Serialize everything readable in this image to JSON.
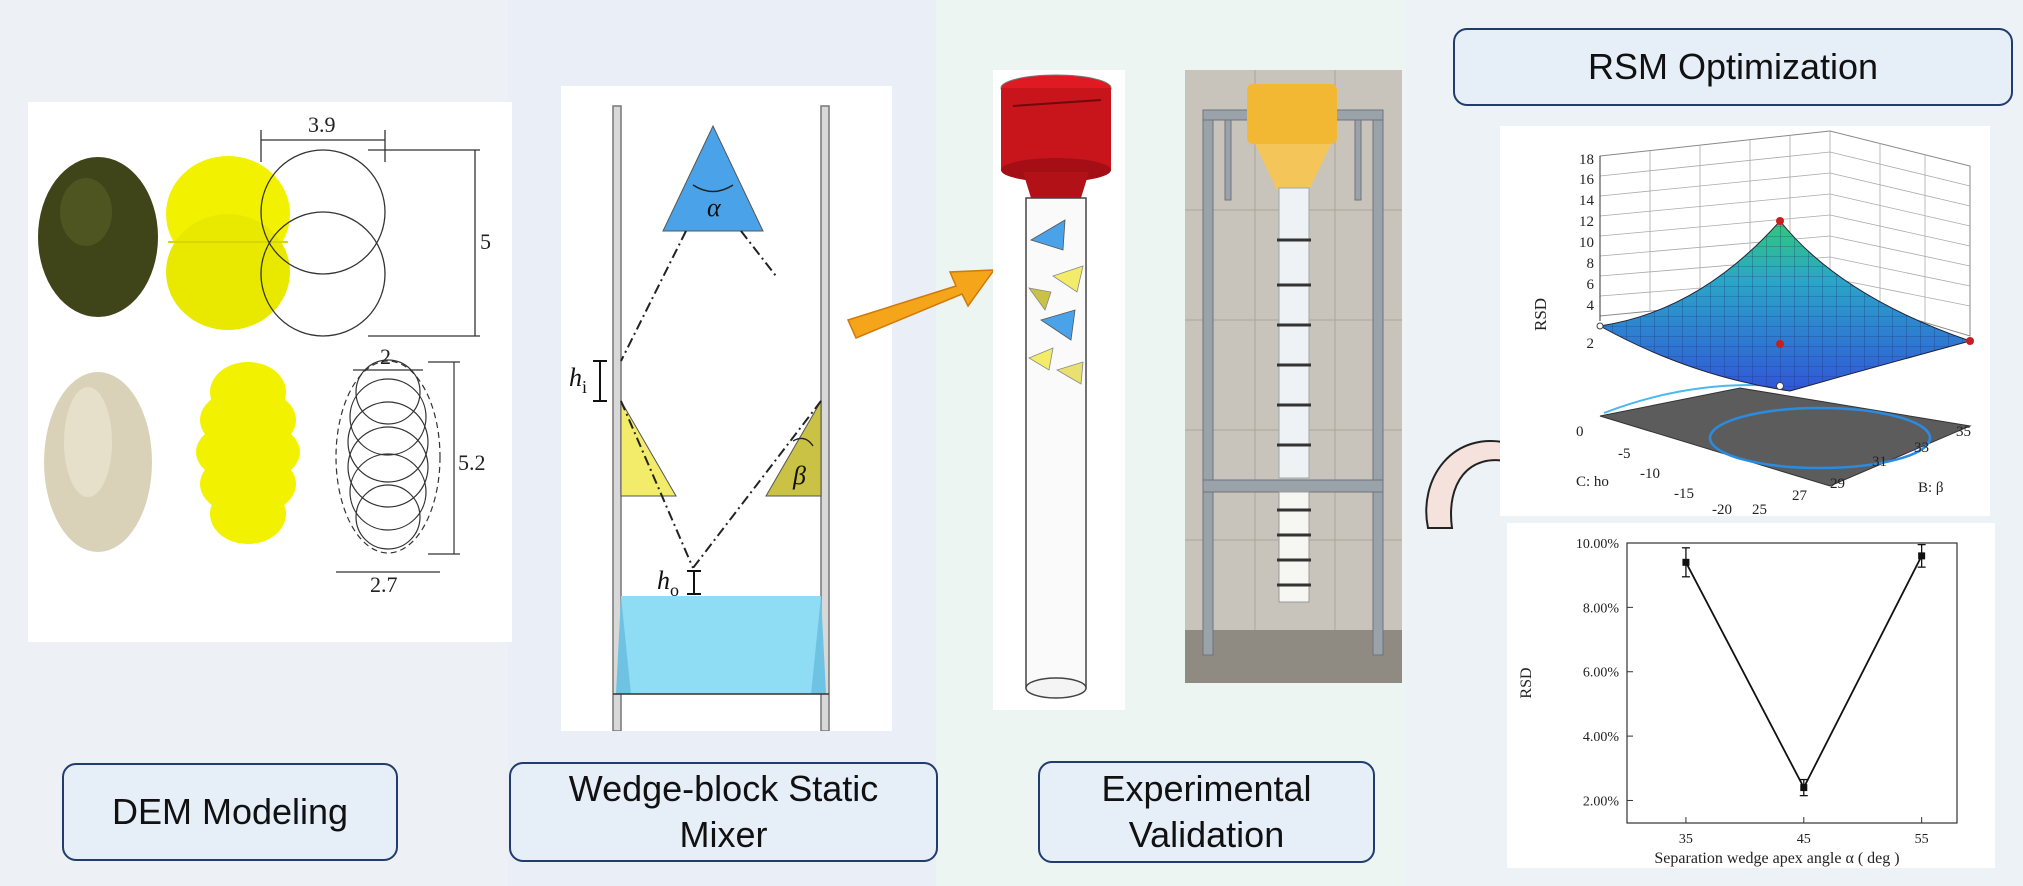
{
  "sections": {
    "dem": {
      "label": "DEM Modeling"
    },
    "mixer": {
      "label": "Wedge-block Static\nMixer"
    },
    "experiment": {
      "label": "Experimental\nValidation"
    },
    "rsm": {
      "label": "RSM Optimization"
    }
  },
  "dem_figure": {
    "dims": {
      "w1": "3.9",
      "h1": "5",
      "w2": "2",
      "h2": "5.2",
      "w3": "2.7"
    }
  },
  "mixer_figure": {
    "alpha": "α",
    "beta": "β",
    "hi": "h",
    "hi_sub": "i",
    "ho": "h",
    "ho_sub": "o"
  },
  "colors": {
    "seed_yellow": "#f2f200",
    "wedge_blue": "#4aa3e8",
    "wedge_yellow": "#f2ec6a",
    "water": "#8fdcf5",
    "hopper_red": "#c8141b",
    "arrow": "#f5a51a"
  },
  "surface_plot": {
    "ylabel": "RSD",
    "z_ticks": [
      "2",
      "4",
      "6",
      "8",
      "10",
      "12",
      "14",
      "16",
      "18"
    ],
    "c_axis_label": "C: ho",
    "c_ticks": [
      "0",
      "-5",
      "-10",
      "-15",
      "-20"
    ],
    "b_axis_label": "B: β",
    "b_ticks": [
      "25",
      "27",
      "29",
      "31",
      "33",
      "35"
    ]
  },
  "chart_data": {
    "type": "line",
    "xlabel": "Separation wedge apex angle α ( deg )",
    "ylabel": "RSD",
    "x": [
      35,
      45,
      55
    ],
    "x_ticks": [
      "35",
      "45",
      "55"
    ],
    "values": [
      9.4,
      2.4,
      9.6
    ],
    "errors": [
      0.45,
      0.25,
      0.35
    ],
    "ylim": [
      1.3,
      10.0
    ],
    "y_ticks": [
      2,
      4,
      6,
      8,
      10
    ],
    "y_tick_labels": [
      "2.00%",
      "4.00%",
      "6.00%",
      "8.00%",
      "10.00%"
    ]
  }
}
